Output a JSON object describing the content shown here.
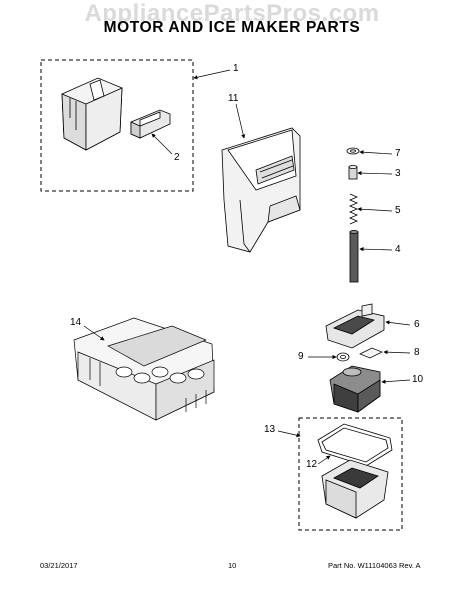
{
  "watermark": "AppliancePartsPros.com",
  "title": "MOTOR AND ICE MAKER PARTS",
  "callouts": {
    "c1": "1",
    "c2": "2",
    "c3": "3",
    "c4": "4",
    "c5": "5",
    "c6": "6",
    "c7": "7",
    "c8": "8",
    "c9": "9",
    "c10": "10",
    "c11": "11",
    "c12": "12",
    "c13": "13",
    "c14": "14"
  },
  "footer": {
    "date": "03/21/2017",
    "page": "10",
    "part_number": "Part No. W11104063 Rev. A"
  }
}
